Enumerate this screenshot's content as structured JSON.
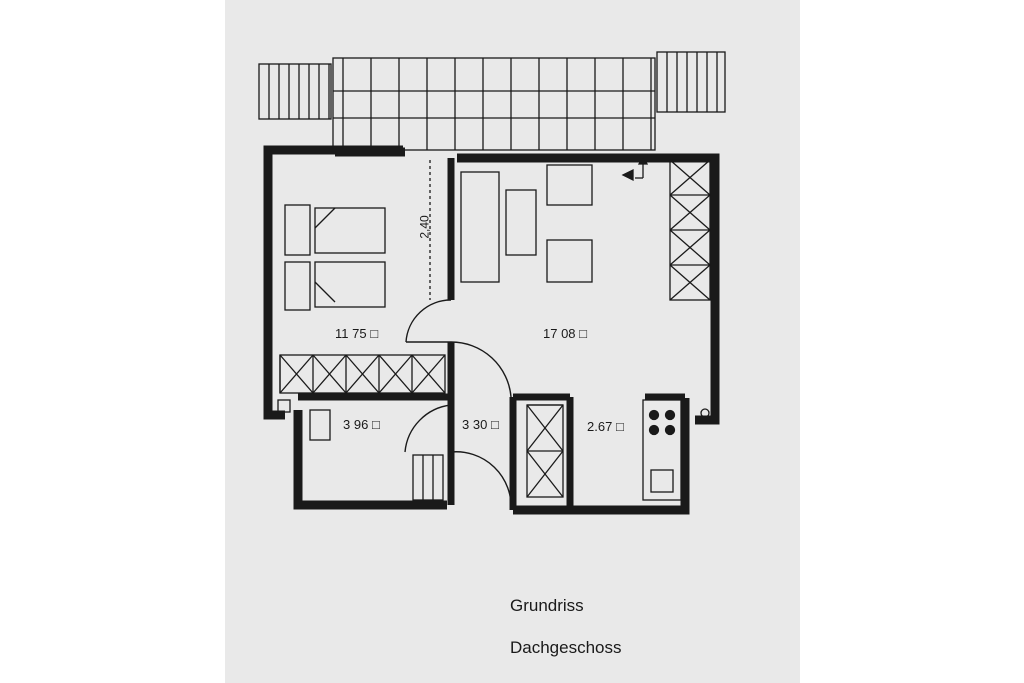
{
  "plan": {
    "dimension_label": "2,40",
    "room_areas": {
      "bedroom": "11 75",
      "living": "17 08",
      "bath": "3 96",
      "hall": "3 30",
      "kitchen": "2.67"
    },
    "area_symbol": "□"
  },
  "captions": {
    "line1": "Grundriss",
    "line2": "Dachgeschoss"
  },
  "colors": {
    "paper": "#e9e9e9",
    "ink": "#1a1a1a",
    "background": "#ffffff"
  }
}
